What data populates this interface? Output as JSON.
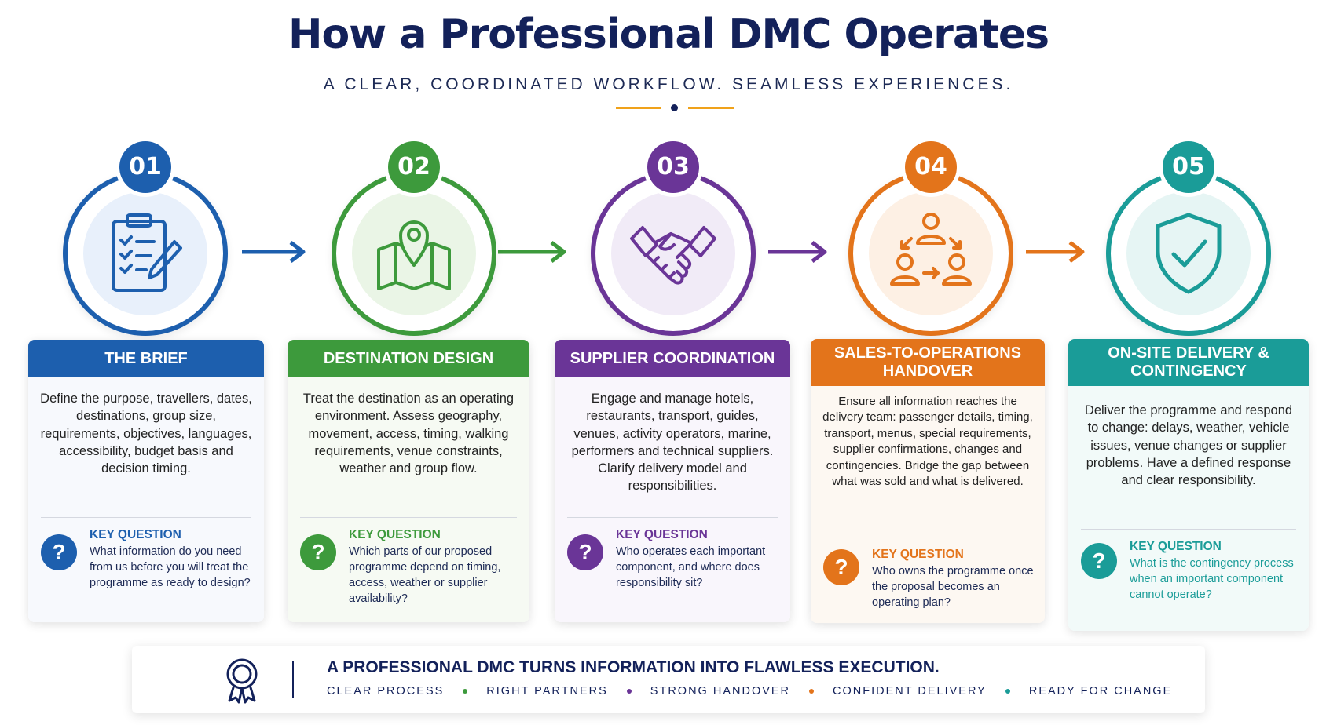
{
  "header": {
    "title": "How a Professional DMC Operates",
    "subtitle": "A CLEAR, COORDINATED WORKFLOW. SEAMLESS EXPERIENCES."
  },
  "colors": {
    "navy": "#13215a",
    "blue": "#1d5fae",
    "green": "#3d9a3c",
    "purple": "#6a3597",
    "orange": "#e3741b",
    "teal": "#1a9c98",
    "gold": "#f0a21a"
  },
  "steps": [
    {
      "number": "01",
      "icon": "clipboard-checklist-icon",
      "title": "THE BRIEF",
      "description": "Define the purpose, travellers, dates, destinations, group size, requirements, objectives, languages, accessibility, budget basis and decision timing.",
      "key_question_label": "KEY QUESTION",
      "key_question": "What information do you need from us before you will treat the programme as ready to design?"
    },
    {
      "number": "02",
      "icon": "map-pin-icon",
      "title": "DESTINATION DESIGN",
      "description": "Treat the destination as an operating environment. Assess geography, movement, access, timing, walking requirements, venue constraints, weather and group flow.",
      "key_question_label": "KEY QUESTION",
      "key_question": "Which parts of our proposed programme depend on timing, access, weather or supplier availability?"
    },
    {
      "number": "03",
      "icon": "handshake-icon",
      "title": "SUPPLIER COORDINATION",
      "description": "Engage and manage hotels, restaurants, transport, guides, venues, activity operators, marine, performers and technical suppliers. Clarify delivery model and responsibilities.",
      "key_question_label": "KEY QUESTION",
      "key_question": "Who operates each important component, and where does responsibility sit?"
    },
    {
      "number": "04",
      "icon": "people-handover-icon",
      "title": "SALES-TO-OPERATIONS HANDOVER",
      "description": "Ensure all information reaches the delivery team: passenger details, timing, transport, menus, special requirements, supplier confirmations, changes and contingencies. Bridge the gap between what was sold and what is delivered.",
      "key_question_label": "KEY QUESTION",
      "key_question": "Who owns the programme once the proposal becomes an operating plan?"
    },
    {
      "number": "05",
      "icon": "shield-check-icon",
      "title": "ON-SITE DELIVERY & CONTINGENCY",
      "description": "Deliver the programme and respond to change: delays, weather, vehicle issues, venue changes or supplier problems. Have a defined response and clear responsibility.",
      "key_question_label": "KEY QUESTION",
      "key_question": "What is the contingency process when an important component cannot operate?"
    }
  ],
  "footer": {
    "headline": "A PROFESSIONAL DMC  TURNS INFORMATION INTO FLAWLESS EXECUTION.",
    "tags": [
      "CLEAR PROCESS",
      "RIGHT PARTNERS",
      "STRONG HANDOVER",
      "CONFIDENT DELIVERY",
      "READY FOR CHANGE"
    ]
  }
}
